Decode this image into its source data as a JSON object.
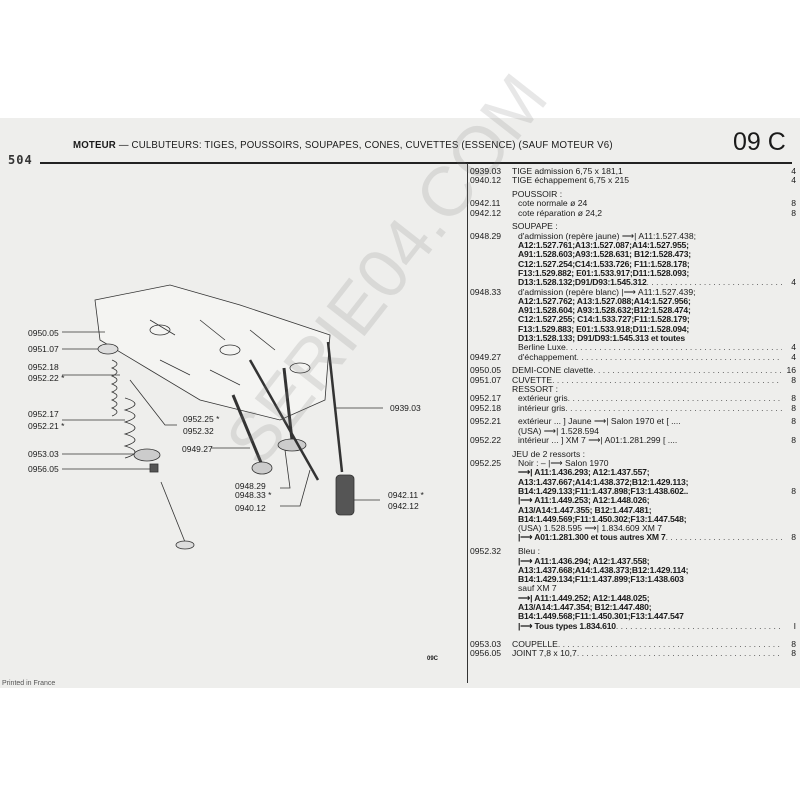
{
  "header": {
    "title_bold": "MOTEUR",
    "title_rest": " — CULBUTEURS: TIGES, POUSSOIRS, SOUPAPES, CONES, CUVETTES (ESSENCE) (SAUF MOTEUR V6)",
    "section": "09 C",
    "model": "504"
  },
  "watermark": "SERIE04.COM",
  "parts": [
    {
      "code": "0939.03",
      "text": "TIGE admission 6,75 x 181,1",
      "qty": "4"
    },
    {
      "code": "0940.12",
      "text": "TIGE échappement 6,75 x 215",
      "qty": "4"
    },
    {
      "gap": true
    },
    {
      "code": "",
      "text": "POUSSOIR :",
      "qty": ""
    },
    {
      "code": "0942.11",
      "text": "cote normale ø 24",
      "qty": "8",
      "ind": true
    },
    {
      "code": "0942.12",
      "text": "cote réparation ø 24,2",
      "qty": "8",
      "ind": true
    },
    {
      "gap": true
    },
    {
      "code": "",
      "text": "SOUPAPE :",
      "qty": ""
    },
    {
      "code": "0948.29",
      "text": "d'admission (repère jaune) ⟶| A11:1.527.438;",
      "qty": "",
      "ind": true
    },
    {
      "code": "",
      "text": "A12:1.527.761;A13:1.527.087;A14:1.527.955;",
      "qty": "",
      "ind": true
    },
    {
      "code": "",
      "text": "A91:1.528.603;A93:1.528.631; B12:1.528.473;",
      "qty": "",
      "ind": true
    },
    {
      "code": "",
      "text": "C12:1.527.254;C14:1.533.726; F11:1.528.178;",
      "qty": "",
      "ind": true
    },
    {
      "code": "",
      "text": "F13:1.529.882; E01:1.533.917;D11:1.528.093;",
      "qty": "",
      "ind": true
    },
    {
      "code": "",
      "text": "D13:1.528.132;D91/D93:1.545.312",
      "qty": "4",
      "ind": true,
      "dots": true
    },
    {
      "code": "0948.33",
      "text": "d'admission (repère blanc) |⟶ A11:1.527.439;",
      "qty": "",
      "ind": true
    },
    {
      "code": "",
      "text": "A12:1.527.762; A13:1.527.088;A14:1.527.956;",
      "qty": "",
      "ind": true
    },
    {
      "code": "",
      "text": "A91:1.528.604; A93:1.528.632;B12:1.528.474;",
      "qty": "",
      "ind": true
    },
    {
      "code": "",
      "text": "C12:1.527.255; C14:1.533.727;F11:1.528.179;",
      "qty": "",
      "ind": true
    },
    {
      "code": "",
      "text": "F13:1.529.883; E01:1.533.918;D11:1.528.094;",
      "qty": "",
      "ind": true
    },
    {
      "code": "",
      "text": "D13:1.528.133; D91/D93:1.545.313 et toutes",
      "qty": "",
      "ind": true
    },
    {
      "code": "",
      "text": "Berline Luxe",
      "qty": "4",
      "ind": true,
      "dots": true
    },
    {
      "code": "0949.27",
      "text": "d'échappement",
      "qty": "4",
      "ind": true,
      "dots": true
    },
    {
      "gap": true
    },
    {
      "code": "0950.05",
      "text": "DEMI-CONE clavette",
      "qty": "16",
      "dots": true
    },
    {
      "code": "0951.07",
      "text": "CUVETTE",
      "qty": "8",
      "dots": true
    },
    {
      "code": "",
      "text": "RESSORT :",
      "qty": ""
    },
    {
      "code": "0952.17",
      "text": "extérieur gris",
      "qty": "8",
      "ind": true,
      "dots": true
    },
    {
      "code": "0952.18",
      "text": "intérieur gris",
      "qty": "8",
      "ind": true,
      "dots": true
    },
    {
      "gap": true
    },
    {
      "code": "0952.21",
      "text": "extérieur ... ]  Jaune ⟶| Salon 1970 et [ ....",
      "qty": "8",
      "ind": true
    },
    {
      "code": "",
      "text": "                   (USA) ⟶| 1.528.594",
      "qty": "",
      "ind": true
    },
    {
      "code": "0952.22",
      "text": "intérieur ... ]  XM 7 ⟶| A01:1.281.299 [ ....",
      "qty": "8",
      "ind": true
    },
    {
      "gap": true
    },
    {
      "code": "",
      "text": "JEU de 2 ressorts :",
      "qty": ""
    },
    {
      "code": "0952.25",
      "text": "Noir : – |⟶ Salon 1970",
      "qty": "",
      "ind": true
    },
    {
      "code": "",
      "text": "  ⟶| A11:1.436.293; A12:1.437.557;",
      "qty": "",
      "ind": true
    },
    {
      "code": "",
      "text": "  A13:1.437.667;A14:1.438.372;B12:1.429.113;",
      "qty": "",
      "ind": true
    },
    {
      "code": "",
      "text": "  B14:1.429.133;F11:1.437.898;F13:1.438.602..",
      "qty": "8",
      "ind": true
    },
    {
      "code": "",
      "text": "  |⟶ A11:1.449.253; A12:1.448.026;",
      "qty": "",
      "ind": true
    },
    {
      "code": "",
      "text": "  A13/A14:1.447.355; B12:1.447.481;",
      "qty": "",
      "ind": true
    },
    {
      "code": "",
      "text": "  B14:1.449.569;F11:1.450.302;F13:1.447.548;",
      "qty": "",
      "ind": true
    },
    {
      "code": "",
      "text": "  (USA) 1.528.595 ⟶| 1.834.609 XM 7",
      "qty": "",
      "ind": true
    },
    {
      "code": "",
      "text": "  |⟶ A01:1.281.300 et tous autres XM 7",
      "qty": "8",
      "ind": true,
      "dots": true
    },
    {
      "gap": true
    },
    {
      "code": "0952.32",
      "text": "Bleu :",
      "qty": "",
      "ind": true
    },
    {
      "code": "",
      "text": "  |⟶ A11:1.436.294; A12:1.437.558;",
      "qty": "",
      "ind": true
    },
    {
      "code": "",
      "text": "  A13:1.437.668;A14:1.438.373;B12:1.429.114;",
      "qty": "",
      "ind": true
    },
    {
      "code": "",
      "text": "  B14:1.429.134;F11:1.437.899;F13:1.438.603",
      "qty": "",
      "ind": true
    },
    {
      "code": "",
      "text": "  sauf XM 7",
      "qty": "",
      "ind": true
    },
    {
      "code": "",
      "text": "  ⟶| A11:1.449.252; A12:1.448.025;",
      "qty": "",
      "ind": true
    },
    {
      "code": "",
      "text": "  A13/A14:1.447.354; B12:1.447.480;",
      "qty": "",
      "ind": true
    },
    {
      "code": "",
      "text": "  B14:1.449.568;F11:1.450.301;F13:1.447.547",
      "qty": "",
      "ind": true
    },
    {
      "code": "",
      "text": "  |⟶ Tous types 1.834.610",
      "qty": "I",
      "ind": true,
      "dots": true
    },
    {
      "gap": true
    },
    {
      "gap": true
    },
    {
      "code": "0953.03",
      "text": "COUPELLE",
      "qty": "8",
      "dots": true
    },
    {
      "code": "0956.05",
      "text": "JOINT 7,8 x 10,7",
      "qty": "8",
      "dots": true
    }
  ],
  "diagram": {
    "labels": {
      "l0950_05": "0950.05",
      "l0951_07": "0951.07",
      "l0952_18": "0952.18",
      "l0952_22": "0952.22 *",
      "l0952_17": "0952.17",
      "l0952_21": "0952.21 *",
      "l0953_03": "0953.03",
      "l0956_05": "0956.05",
      "l0952_25": "0952.25 *",
      "l0952_32": "0952.32",
      "l0949_27": "0949.27",
      "l0939_03": "0939.03",
      "l0948_29": "0948.29",
      "l0948_33": "0948.33 *",
      "l0940_12": "0940.12",
      "l0942_11": "0942.11 *",
      "l0942_12": "0942.12"
    }
  },
  "footer": {
    "page_code": "09C",
    "printed": "Printed in France"
  }
}
